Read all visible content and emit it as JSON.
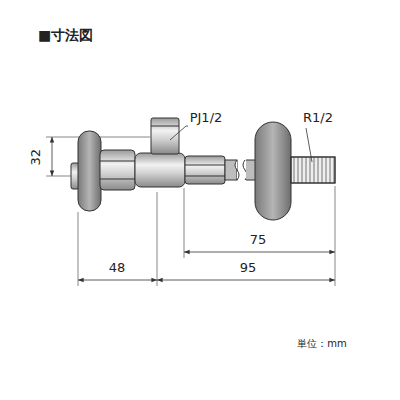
{
  "diagram": {
    "title": "■寸法図",
    "labels": [
      "PJ1/2",
      "R1/2",
      "32",
      "48",
      "75",
      "95",
      "単位：mm"
    ]
  }
}
